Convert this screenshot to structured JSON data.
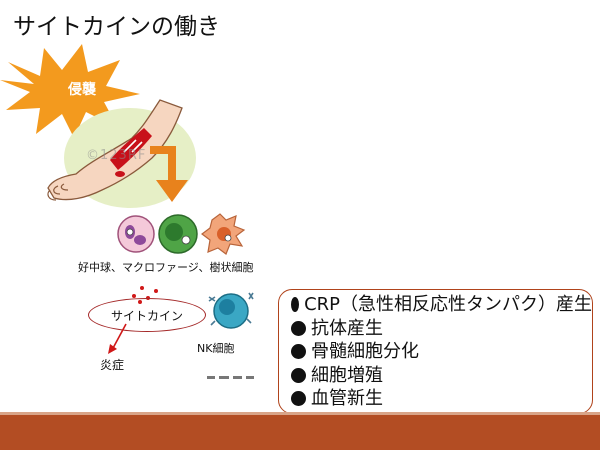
{
  "slide": {
    "title": "サイトカインの働き",
    "burst_label": "侵襲",
    "watermark": "©123RF",
    "cell_caption": "好中球、マクロファージ、樹状細胞",
    "cytokine_label": "サイトカイン",
    "inflammation_label": "炎症",
    "nk_label": "NK細胞"
  },
  "effects": [
    "CRP（急性相反応性タンパク）産生",
    "抗体産生",
    "骨髄細胞分化",
    "細胞増殖",
    "血管新生"
  ],
  "colors": {
    "burst": "#f39a1e",
    "arrow": "#e8821c",
    "wound": "#c8101a",
    "box_border": "#b0431b",
    "footer_bar": "#b34d23",
    "footer_rule": "#d9a488"
  },
  "icons": [
    "starburst-icon",
    "arm-wound-icon",
    "down-arrow-icon",
    "neutrophil-icon",
    "macrophage-icon",
    "dendritic-cell-icon",
    "nk-cell-icon",
    "red-arrow-icon"
  ]
}
